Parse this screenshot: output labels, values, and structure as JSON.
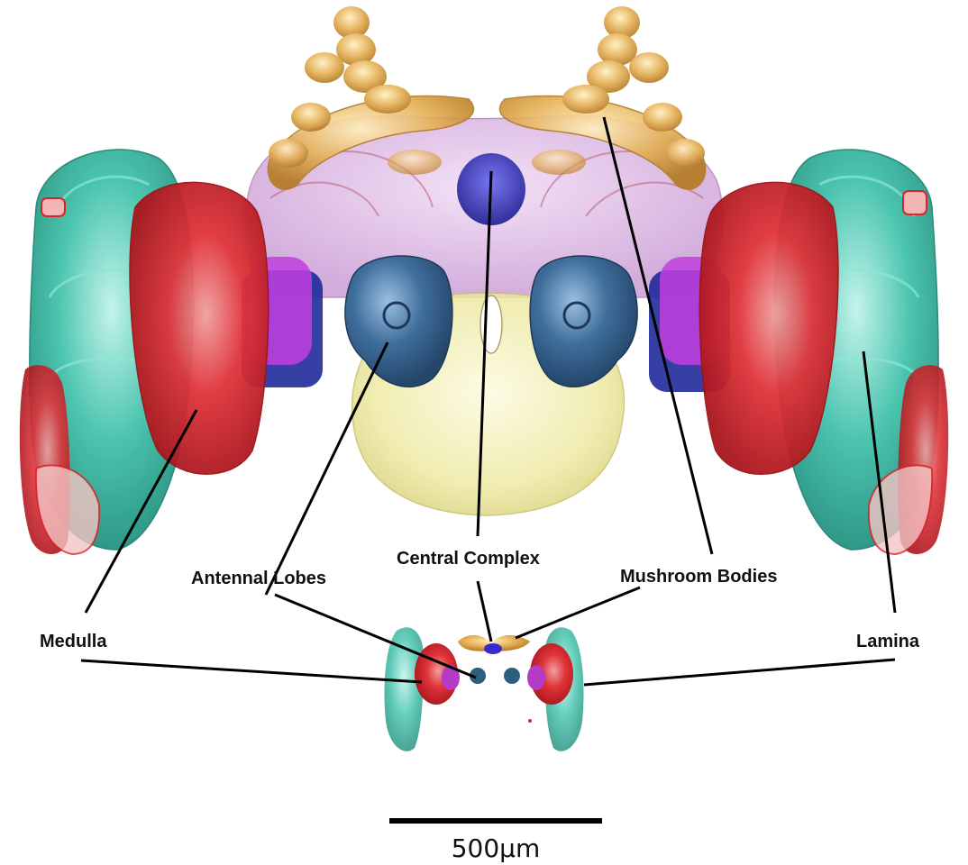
{
  "labels": {
    "central_complex": "Central Complex",
    "antennal_lobes": "Antennal Lobes",
    "mushroom_bodies": "Mushroom Bodies",
    "medulla": "Medulla",
    "lamina": "Lamina"
  },
  "scale_bar": {
    "text": "500µm"
  },
  "colors": {
    "lamina": "#2bb39a",
    "medulla": "#d8242c",
    "mushroom_bodies": "#e2a844",
    "central_complex": "#2a2aa8",
    "antennal_lobes": "#355f8c",
    "central_brain": "#c89ad2",
    "suboesophageal": "#e9e69a",
    "lobula": "#a62fc4"
  }
}
